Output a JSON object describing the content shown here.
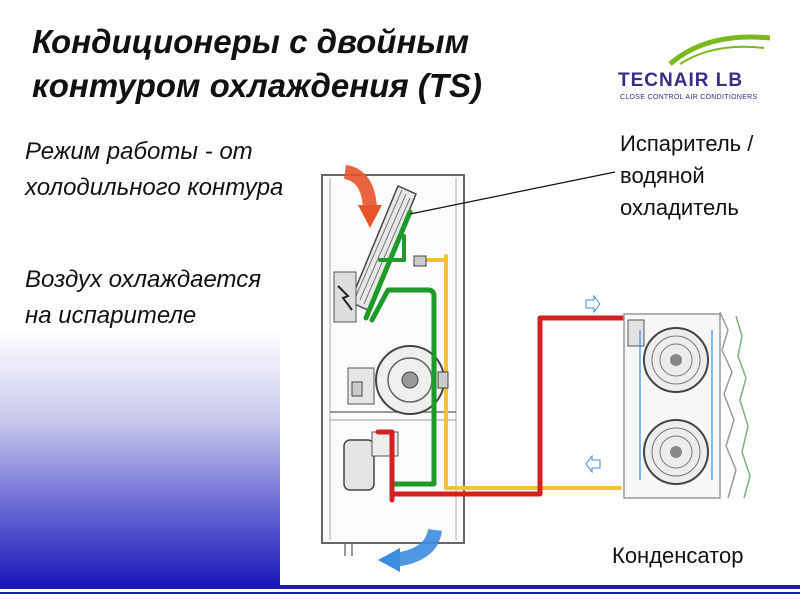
{
  "title": "Кондиционеры с двойным контуром охлаждения (TS)",
  "logo": {
    "name": "TECNAIR LB",
    "subtitle": "CLOSE CONTROL AIR CONDITIONERS"
  },
  "body_texts": [
    "Режим работы - от холодильного контура",
    "Воздух охлаждается на испарителе"
  ],
  "labels": {
    "evaporator": "Испаритель / водяной охладитель",
    "condenser": "Конденсатор"
  },
  "colors": {
    "accent": "#1a1ab8",
    "refrigerant_hot": "#d42020",
    "refrigerant_liquid": "#f2c232",
    "refrigerant_cold": "#1e9a2a",
    "air_cold": "#3c8ce0",
    "air_hot": "#e8542a"
  }
}
